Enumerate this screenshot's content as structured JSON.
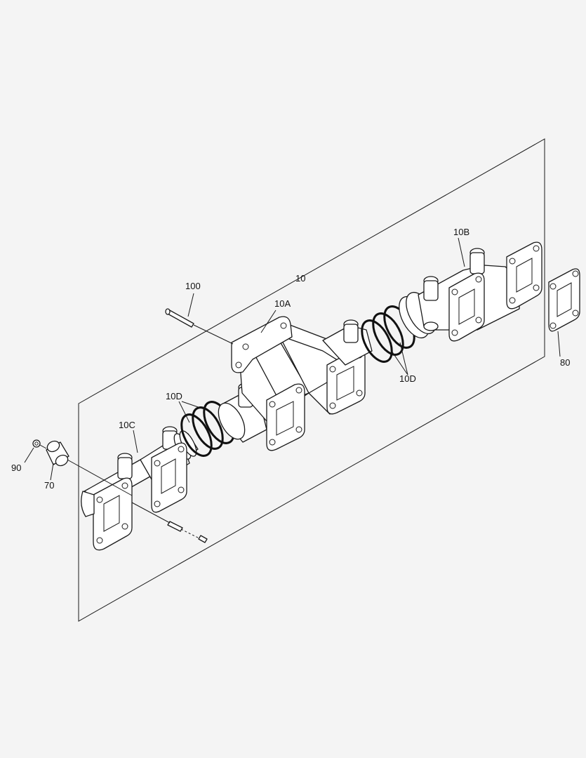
{
  "callouts": {
    "assembly": "10",
    "part_10a": "10A",
    "part_10b": "10B",
    "part_10c": "10C",
    "part_10d_left": "10D",
    "part_10d_right": "10D",
    "part_100": "100",
    "part_90": "90",
    "part_70": "70",
    "part_80": "80"
  },
  "colors": {
    "background": "#f4f4f4",
    "line": "#1a1a1a",
    "part_fill": "#ffffff"
  }
}
